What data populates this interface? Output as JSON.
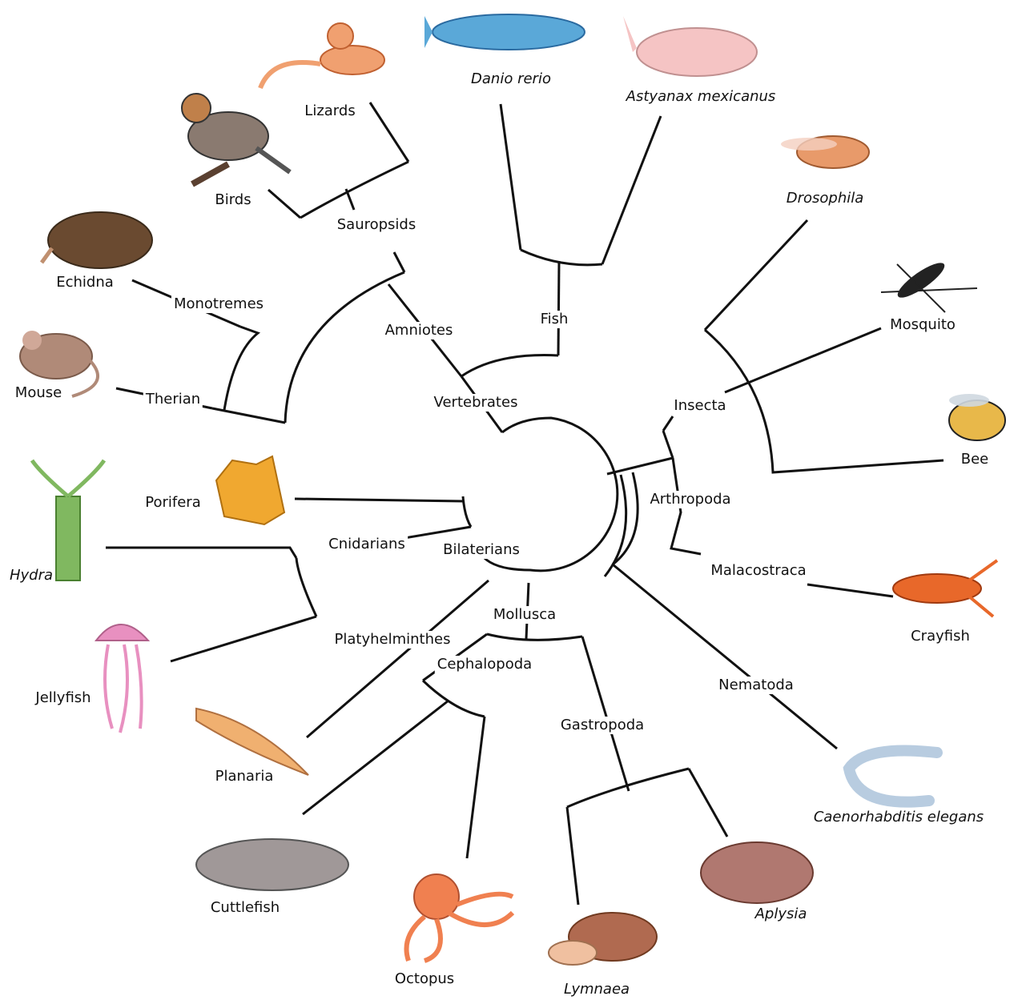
{
  "clades": {
    "vertebrates": "Vertebrates",
    "amniotes": "Amniotes",
    "sauropsids": "Sauropsids",
    "monotremes": "Monotremes",
    "therian": "Therian",
    "fish": "Fish",
    "bilaterians": "Bilaterians",
    "cnidarians": "Cnidarians",
    "porifera": "Porifera",
    "mollusca": "Mollusca",
    "platyhelminthes": "Platyhelminthes",
    "cephalopoda": "Cephalopoda",
    "gastropoda": "Gastropoda",
    "nematoda": "Nematoda",
    "arthropoda": "Arthropoda",
    "insecta": "Insecta",
    "malacostraca": "Malacostraca"
  },
  "organisms": {
    "lizards": "Lizards",
    "birds": "Birds",
    "echidna": "Echidna",
    "mouse": "Mouse",
    "danio": "Danio rerio",
    "astyanax": "Astyanax mexicanus",
    "drosophila": "Drosophila",
    "mosquito": "Mosquito",
    "bee": "Bee",
    "crayfish": "Crayfish",
    "celegans": "Caenorhabditis elegans",
    "aplysia": "Aplysia",
    "lymnaea": "Lymnaea",
    "octopus": "Octopus",
    "cuttlefish": "Cuttlefish",
    "planaria": "Planaria",
    "jellyfish": "Jellyfish",
    "hydra": "Hydra"
  },
  "colors": {
    "line": "#111111",
    "lizard": "#f0a070",
    "zebrafish": "#5aa8d8",
    "cavefish": "#f5c4c4",
    "fly": "#e89a6a",
    "mosquito": "#222222",
    "bee": "#e8b84a",
    "crayfish": "#e8682a",
    "worm": "#b8cce0",
    "aplysia": "#b07870",
    "snail": "#b06a50",
    "octopus": "#f08050",
    "cuttlefish": "#a09898",
    "planaria": "#f0b070",
    "jellyfish": "#e890c0",
    "hydra": "#80b860",
    "sponge": "#f0a830",
    "mouse": "#b08a78",
    "echidna": "#6a4a30",
    "bird": "#8a7a70"
  }
}
